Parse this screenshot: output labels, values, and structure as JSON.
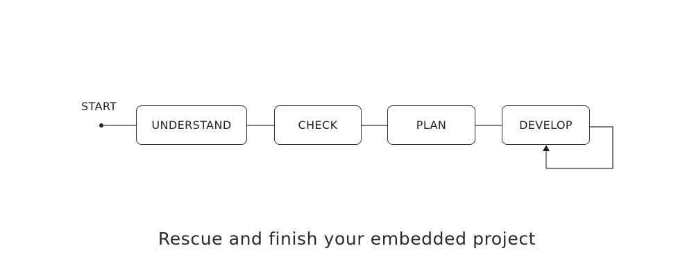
{
  "diagram": {
    "start_label": "START",
    "steps": [
      {
        "label": "UNDERSTAND"
      },
      {
        "label": "CHECK"
      },
      {
        "label": "PLAN"
      },
      {
        "label": "DEVELOP"
      }
    ],
    "caption": "Rescue and finish your embedded project"
  }
}
